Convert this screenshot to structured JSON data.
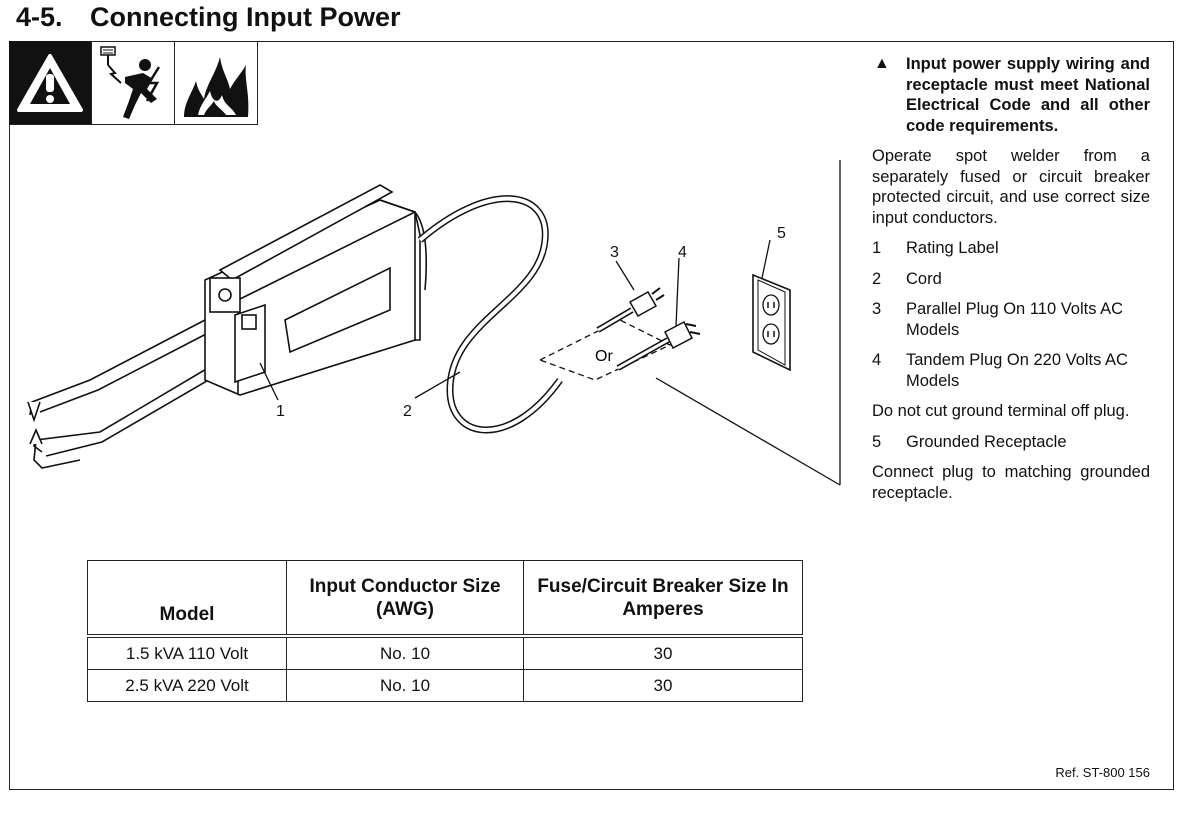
{
  "header": {
    "section_number": "4-5.",
    "title": "Connecting Input Power"
  },
  "icons": [
    "warning-triangle-icon",
    "electric-shock-icon",
    "fire-hazard-icon"
  ],
  "diagram": {
    "labels": {
      "rating_label": "1",
      "cord": "2",
      "parallel_plug": "3",
      "tandem_plug": "4",
      "receptacle": "5"
    },
    "or_text": "Or"
  },
  "instructions": {
    "warning": "Input power supply wiring and receptacle must meet National Electrical Code and all other code requirements.",
    "intro": "Operate spot welder from a separately fused or circuit breaker protected circuit, and use correct size input conductors.",
    "items": [
      {
        "num": "1",
        "text": "Rating Label"
      },
      {
        "num": "2",
        "text": "Cord"
      },
      {
        "num": "3",
        "text": "Parallel Plug On 110 Volts AC Models"
      },
      {
        "num": "4",
        "text": "Tandem Plug On 220 Volts AC Models"
      }
    ],
    "note": "Do not cut ground terminal off plug.",
    "item5": {
      "num": "5",
      "text": "Grounded Receptacle"
    },
    "connect": "Connect plug to matching grounded receptacle."
  },
  "table": {
    "headers": [
      "Model",
      "Input Conductor Size (AWG)",
      "Fuse/Circuit Breaker Size In Amperes"
    ],
    "rows": [
      [
        "1.5 kVA 110 Volt",
        "No. 10",
        "30"
      ],
      [
        "2.5 kVA 220 Volt",
        "No. 10",
        "30"
      ]
    ]
  },
  "reference": "Ref. ST-800 156"
}
